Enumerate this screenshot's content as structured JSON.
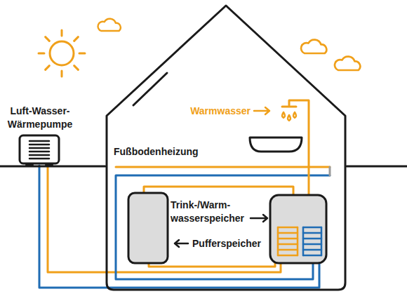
{
  "diagram": {
    "labels": [
      "Luft-Wasser- Wärmepumpe",
      "Warmwasser",
      "Fußbodenheizung",
      "Trink-/Warm- wasserspeicher",
      "Pufferspeicher"
    ]
  }
}
